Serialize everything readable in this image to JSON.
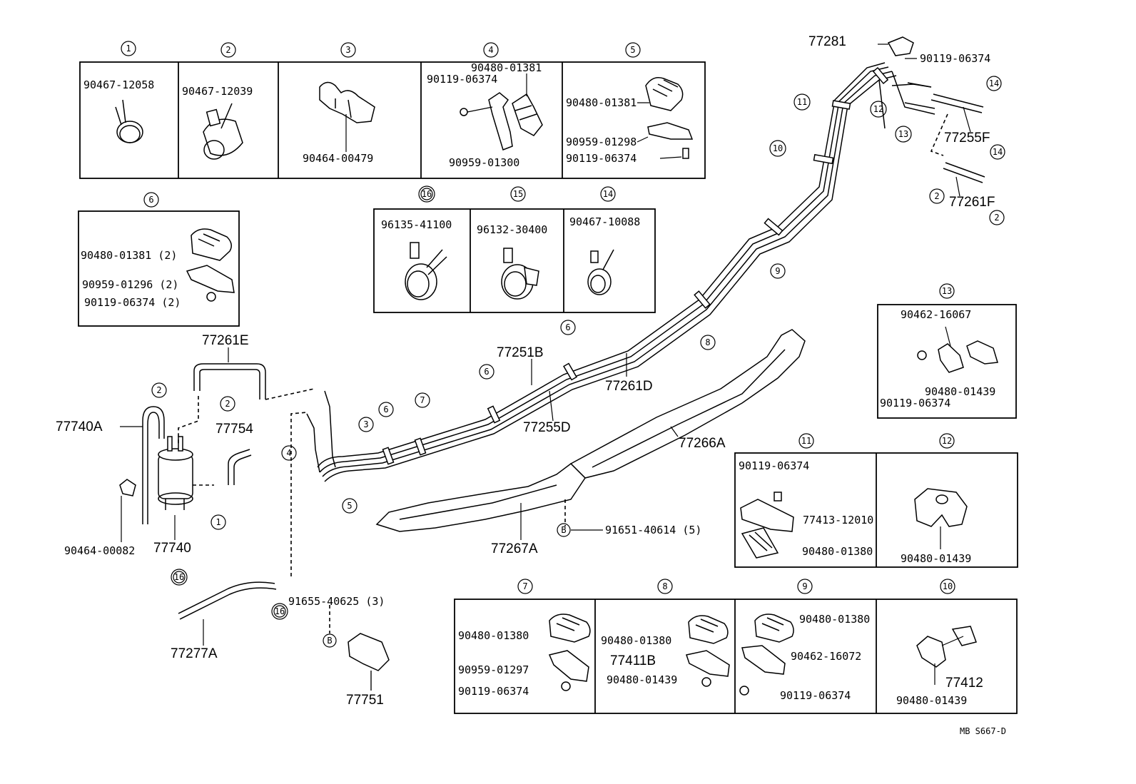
{
  "diagram_id": "MB S667-D",
  "inset_boxes": {
    "b1": {
      "callout": "1",
      "parts": [
        "90467-12058"
      ]
    },
    "b2": {
      "callout": "2",
      "parts": [
        "90467-12039"
      ]
    },
    "b3": {
      "callout": "3",
      "parts": [
        "90464-00479"
      ]
    },
    "b4": {
      "callout": "4",
      "parts": [
        "90480-01381",
        "90119-06374",
        "90959-01300"
      ]
    },
    "b5": {
      "callout": "5",
      "parts": [
        "90480-01381",
        "90959-01298",
        "90119-06374"
      ]
    },
    "b6": {
      "callout": "6",
      "parts": [
        "90480-01381 (2)",
        "90959-01296 (2)",
        "90119-06374 (2)"
      ]
    },
    "b16": {
      "callout": "16",
      "parts": [
        "96135-41100"
      ]
    },
    "b15": {
      "callout": "15",
      "parts": [
        "96132-30400"
      ]
    },
    "b14": {
      "callout": "14",
      "parts": [
        "90467-10088"
      ]
    },
    "b13": {
      "callout": "13",
      "parts": [
        "90462-16067",
        "90480-01439",
        "90119-06374"
      ]
    },
    "b11": {
      "callout": "11",
      "parts": [
        "90119-06374",
        "77413-12010",
        "90480-01380"
      ]
    },
    "b12": {
      "callout": "12",
      "parts": [
        "90480-01439"
      ]
    },
    "b7": {
      "callout": "7",
      "parts": [
        "90480-01380",
        "90959-01297",
        "90119-06374"
      ]
    },
    "b8": {
      "callout": "8",
      "parts": [
        "90480-01380",
        "77411B",
        "90480-01439"
      ]
    },
    "b9": {
      "callout": "9",
      "parts": [
        "90480-01380",
        "90462-16072",
        "90119-06374"
      ]
    },
    "b10": {
      "callout": "10",
      "parts": [
        "77412",
        "90480-01439"
      ]
    }
  },
  "main": {
    "p77281": "77281",
    "p90119_top": "90119-06374",
    "p77255F": "77255F",
    "p77261F": "77261F",
    "p77261E": "77261E",
    "p77740A": "77740A",
    "p77754": "77754",
    "p77740": "77740",
    "p90464_00082": "90464-00082",
    "p77251B": "77251B",
    "p77255D": "77255D",
    "p77261D": "77261D",
    "p77266A": "77266A",
    "p77267A": "77267A",
    "p91651": "91651-40614 (5)",
    "p91655": "91655-40625 (3)",
    "p77277A": "77277A",
    "p77751": "77751"
  },
  "callouts": {
    "c1": "1",
    "c2": "2",
    "c3": "3",
    "c4": "4",
    "c5": "5",
    "c6": "6",
    "c7": "7",
    "c8": "8",
    "c9": "9",
    "c10": "10",
    "c11": "11",
    "c12": "12",
    "c13": "13",
    "c14": "14",
    "c16": "16",
    "cB": "B"
  }
}
